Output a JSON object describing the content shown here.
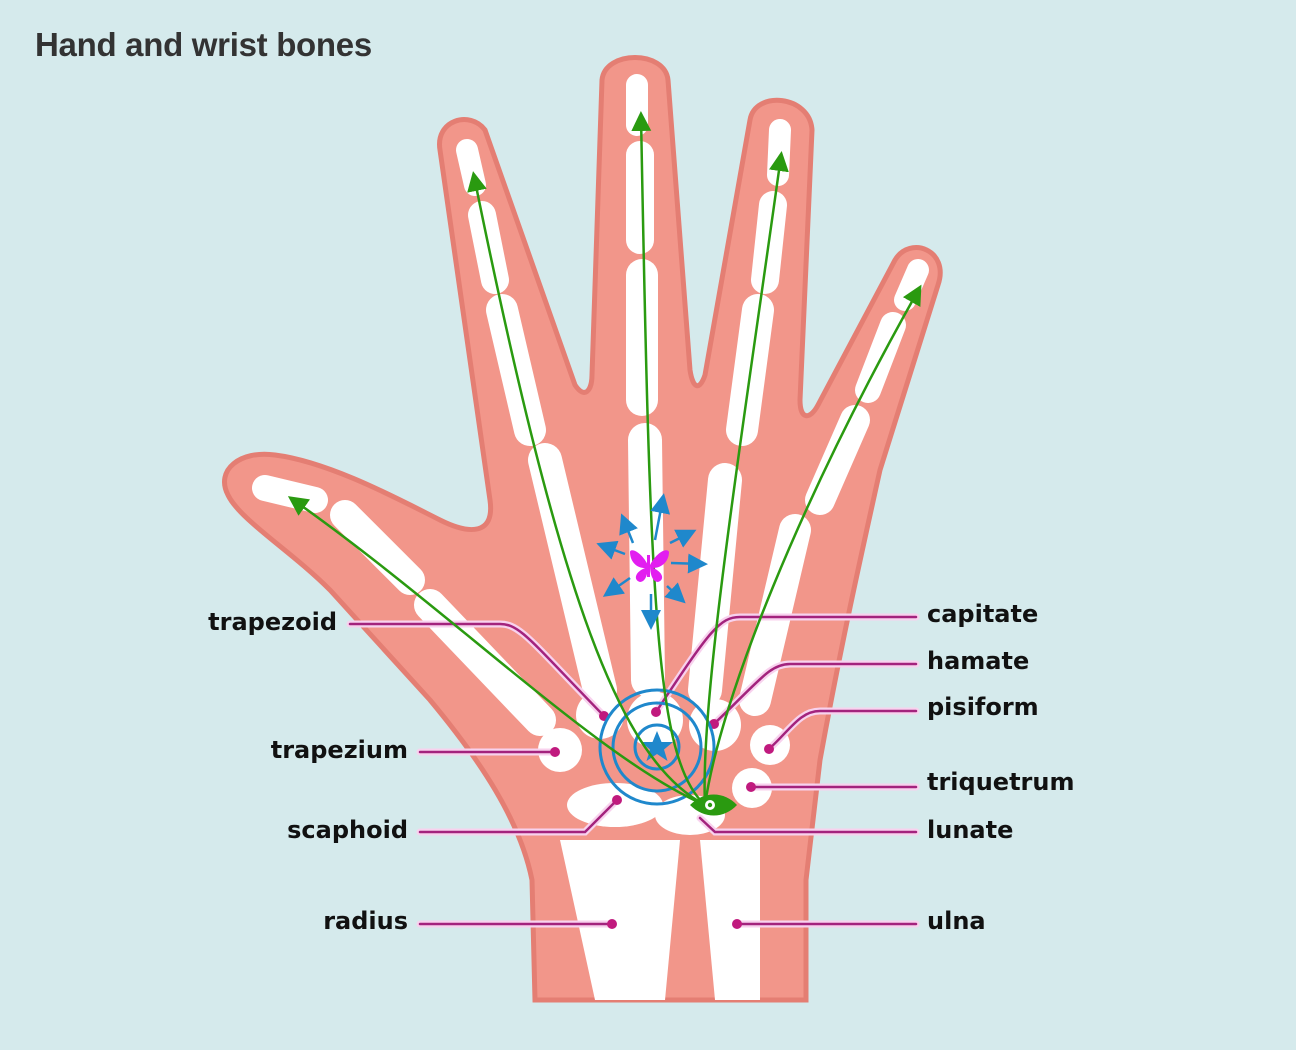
{
  "title": "Hand and wrist bones",
  "labels": {
    "left": [
      "trapezoid",
      "trapezium",
      "scaphoid",
      "radius"
    ],
    "right": [
      "capitate",
      "hamate",
      "pisiform",
      "triquetrum",
      "lunate",
      "ulna"
    ]
  },
  "colors": {
    "background": "#d5eaec",
    "skin": "#f2968a",
    "bone": "#ffffff",
    "leader_line": "#a3237d",
    "arrows_green": "#2a9a10",
    "target_blue": "#1f88cc",
    "butterfly": "#e21ef0"
  },
  "icons": [
    "star-icon",
    "eye-icon",
    "butterfly-icon",
    "target-circles"
  ]
}
